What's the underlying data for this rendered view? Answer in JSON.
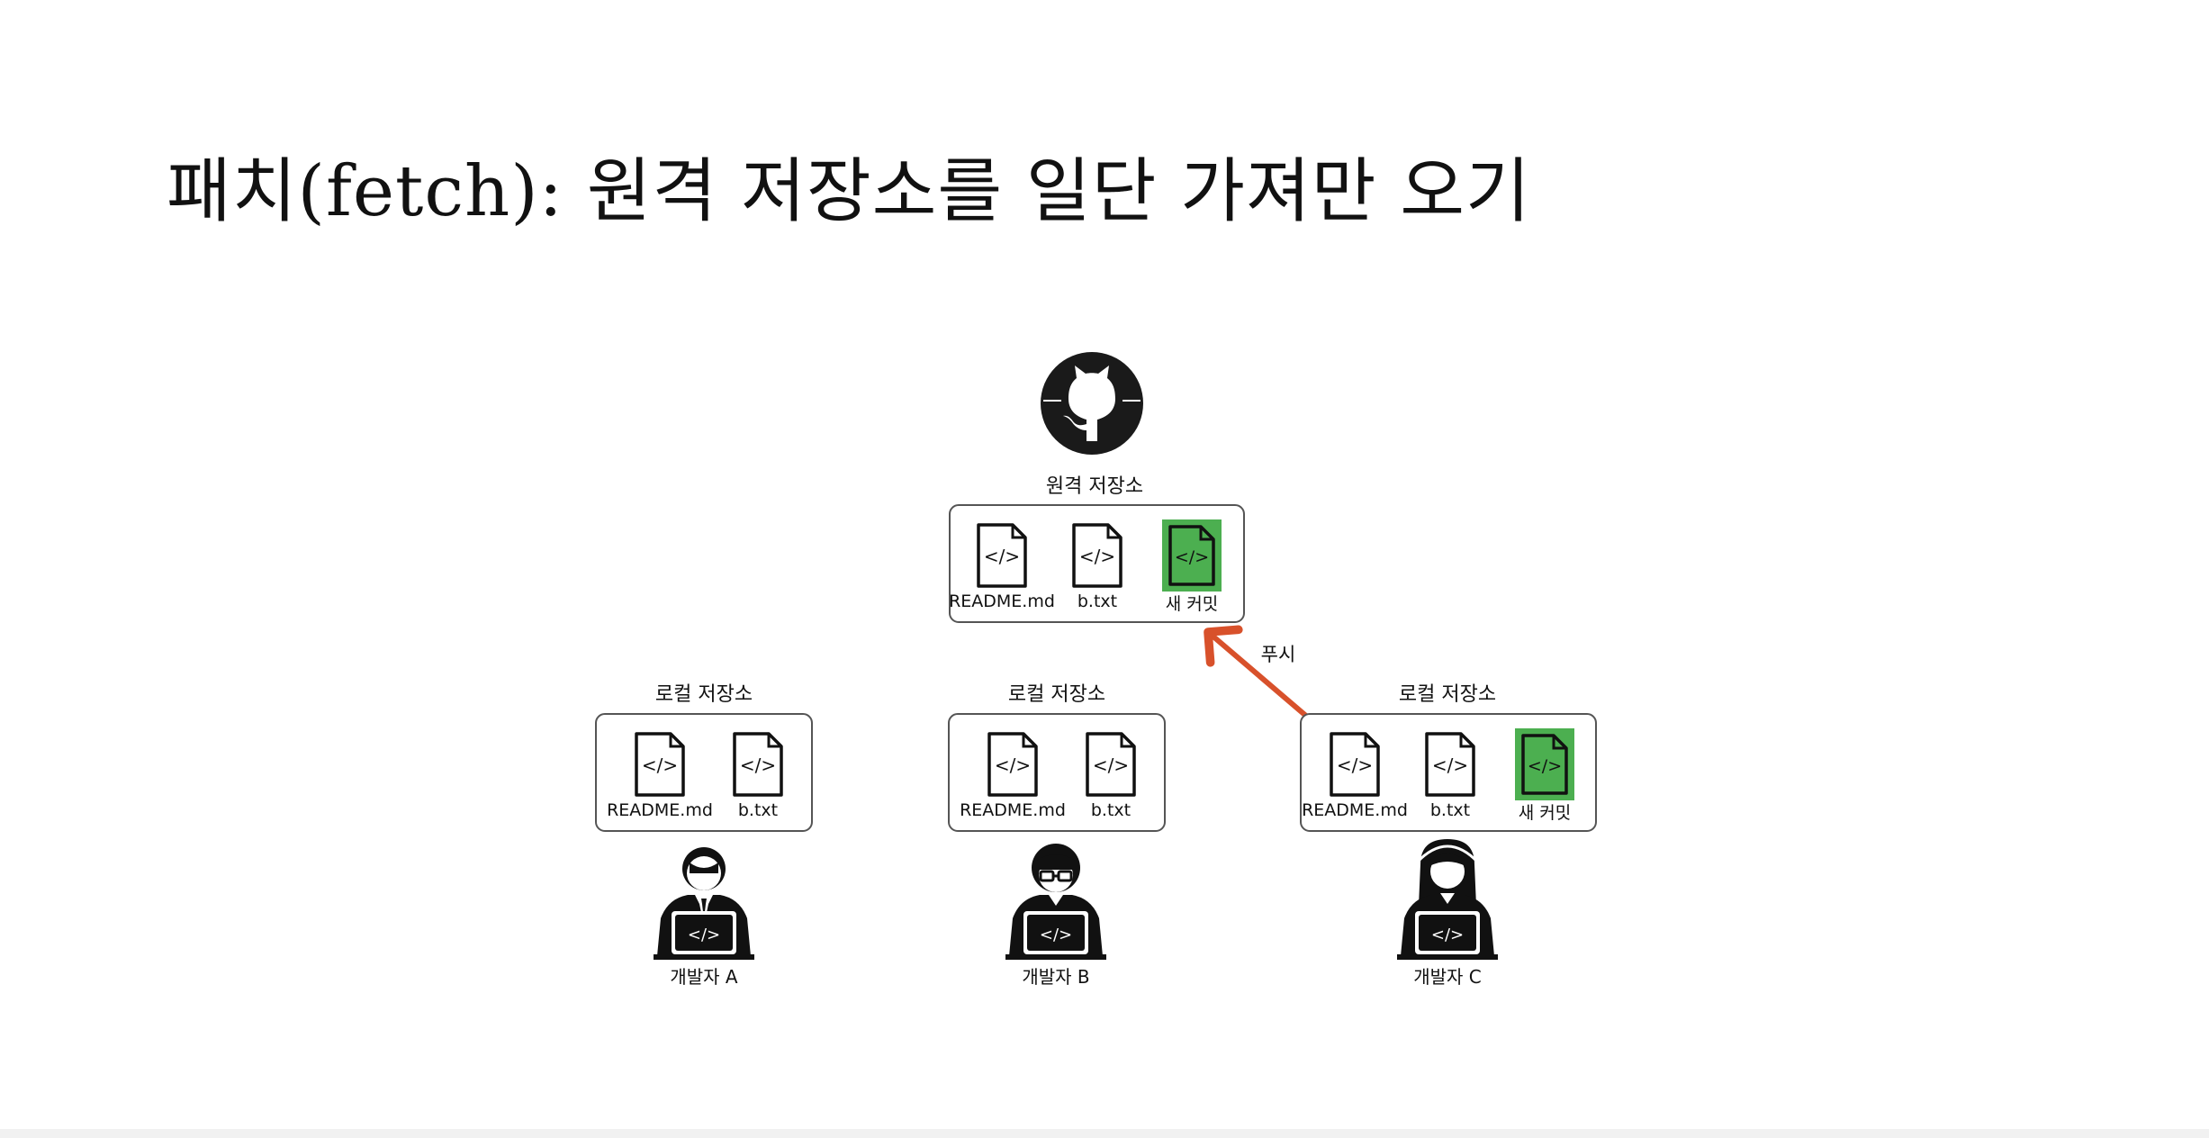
{
  "slide": {
    "title": "패치(fetch): 원격 저장소를 일단 가져만 오기"
  },
  "remote_repo": {
    "label": "원격 저장소",
    "icon": "github-octocat-icon",
    "files": [
      "README.md",
      "b.txt",
      "새 커밋"
    ]
  },
  "push_arrow": {
    "label": "푸시",
    "color": "#d8512b"
  },
  "local_repos": [
    {
      "label": "로컬 저장소",
      "files": [
        "README.md",
        "b.txt"
      ],
      "developer": "개발자 A"
    },
    {
      "label": "로컬 저장소",
      "files": [
        "README.md",
        "b.txt"
      ],
      "developer": "개발자 B"
    },
    {
      "label": "로컬 저장소",
      "files": [
        "README.md",
        "b.txt",
        "새 커밋"
      ],
      "developer": "개발자 C"
    }
  ],
  "colors": {
    "new_commit_fill": "#4caf50",
    "arrow": "#d8512b",
    "box_border": "#555555"
  }
}
